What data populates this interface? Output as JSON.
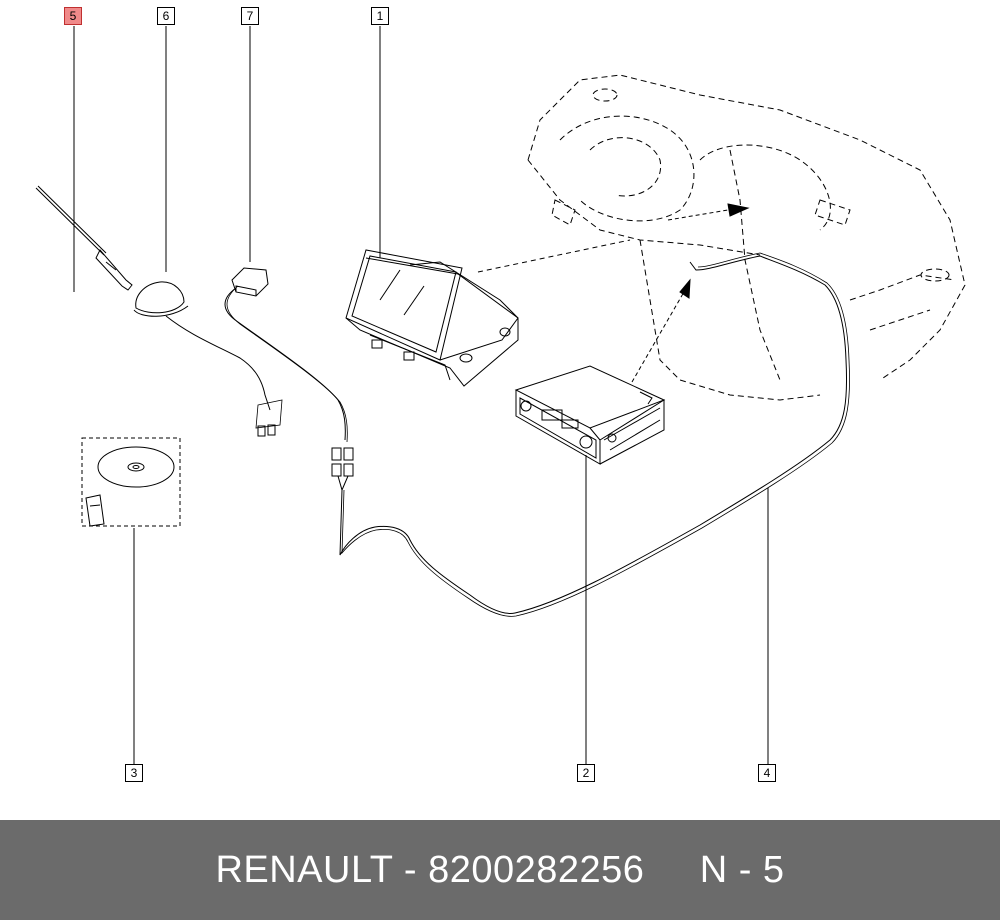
{
  "callouts": {
    "c1": "1",
    "c2": "2",
    "c3": "3",
    "c4": "4",
    "c5": "5",
    "c6": "6",
    "c7": "7"
  },
  "highlight_color": "#f08a8a",
  "footer": {
    "text": "RENAULT - 8200282256     N - 5",
    "background": "#6b6b6b"
  }
}
